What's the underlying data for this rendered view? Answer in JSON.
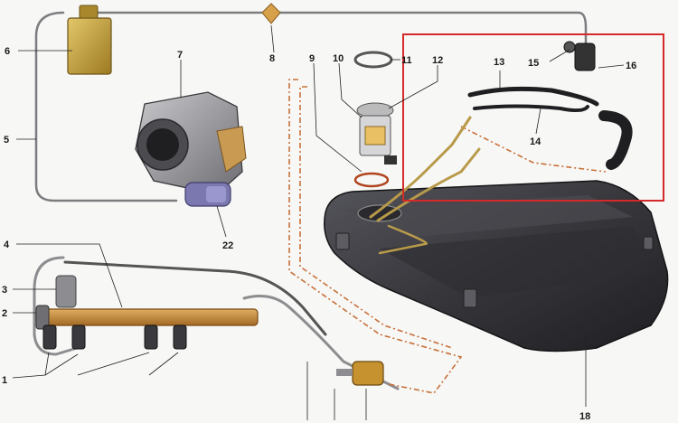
{
  "diagram": {
    "callouts": [
      {
        "id": "c1",
        "label": "1"
      },
      {
        "id": "c2",
        "label": "2"
      },
      {
        "id": "c3",
        "label": "3"
      },
      {
        "id": "c4",
        "label": "4"
      },
      {
        "id": "c5",
        "label": "5"
      },
      {
        "id": "c6",
        "label": "6"
      },
      {
        "id": "c7",
        "label": "7"
      },
      {
        "id": "c8",
        "label": "8"
      },
      {
        "id": "c9",
        "label": "9"
      },
      {
        "id": "c10",
        "label": "10"
      },
      {
        "id": "c11",
        "label": "11"
      },
      {
        "id": "c12",
        "label": "12"
      },
      {
        "id": "c13",
        "label": "13"
      },
      {
        "id": "c14",
        "label": "14"
      },
      {
        "id": "c15",
        "label": "15"
      },
      {
        "id": "c16",
        "label": "16"
      },
      {
        "id": "c18",
        "label": "18"
      },
      {
        "id": "c22",
        "label": "22"
      }
    ],
    "colors": {
      "highlight_frame": "#d42a2a",
      "vapor_line": "#c8703a",
      "fuel_line": "#8a8a8a",
      "tank_body": "#3b3b40",
      "canister": "#c7a23a",
      "fuel_rail": "#c98d3e",
      "filter": "#c6922f"
    }
  }
}
